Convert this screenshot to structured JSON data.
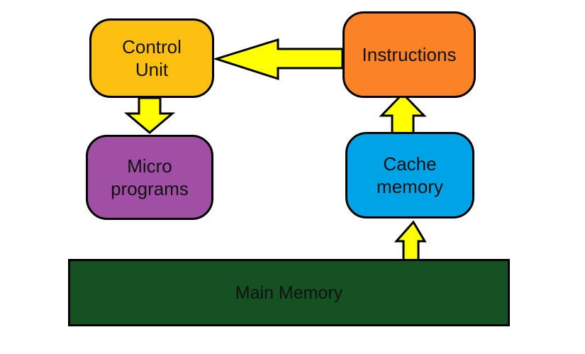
{
  "diagram": {
    "boxes": {
      "control_unit": {
        "label_line1": "Control",
        "label_line2": "Unit",
        "color": "#FDC010"
      },
      "instructions": {
        "label": "Instructions",
        "color": "#FB8226"
      },
      "micro_programs": {
        "label_line1": "Micro",
        "label_line2": "programs",
        "color": "#A14FA4"
      },
      "cache_memory": {
        "label_line1": "Cache",
        "label_line2": "memory",
        "color": "#00A3E5"
      },
      "main_memory": {
        "label": "Main Memory",
        "color": "#155122"
      }
    },
    "arrow_color": "#FFFF00",
    "outline_color": "#000000"
  }
}
